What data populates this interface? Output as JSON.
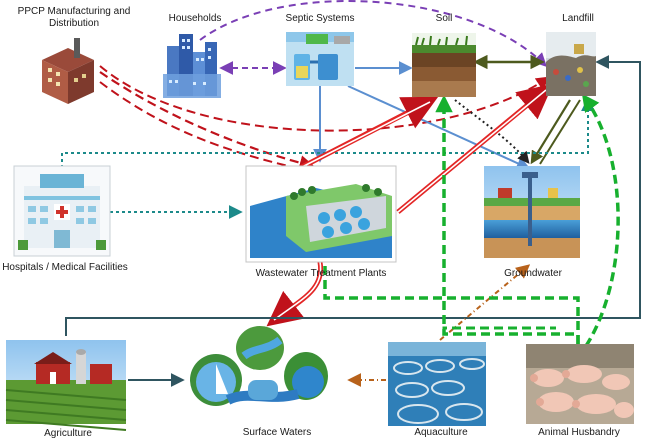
{
  "labels": {
    "ppcp": "PPCP Manufacturing and Distribution",
    "households": "Households",
    "septic": "Septic Systems",
    "soil": "Soil",
    "landfill": "Landfill",
    "hospitals": "Hospitals / Medical Facilities",
    "wwtp": "Wastewater Treatment Plants",
    "groundwater": "Groundwater",
    "agriculture": "Agriculture",
    "surface": "Surface Waters",
    "aquaculture": "Aquaculture",
    "animal": "Animal Husbandry"
  },
  "colors": {
    "ppcp_flow": "#c0121b",
    "household_flow": "#7a3fb5",
    "septic_flow": "#5b8fd0",
    "hospital_flow": "#1c8a8a",
    "wwtp_flow": "#e32626",
    "soil_landfill_flow": "#4d5a1e",
    "animal_flow": "#17b02e",
    "agri_flow": "#2f5560",
    "aquaculture_flow": "#b8621b"
  },
  "icons": {
    "ppcp": "factory-icon",
    "households": "city-buildings-icon",
    "septic": "septic-tank-icon",
    "soil": "soil-profile-icon",
    "landfill": "landfill-icon",
    "hospitals": "hospital-icon",
    "wwtp": "treatment-plant-icon",
    "groundwater": "groundwater-well-icon",
    "agriculture": "farm-icon",
    "surface": "surface-water-icon",
    "aquaculture": "fish-farm-icon",
    "animal": "pigs-icon"
  }
}
